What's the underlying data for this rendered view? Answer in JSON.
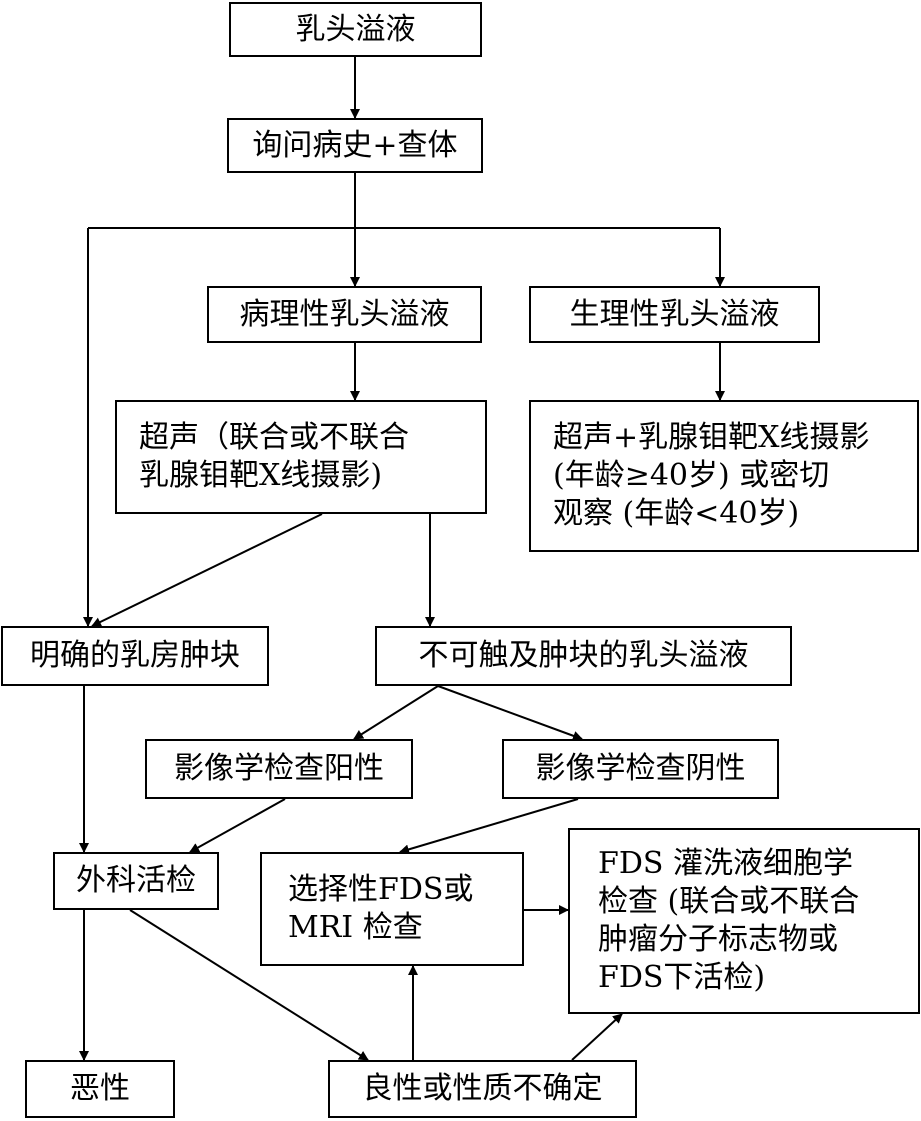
{
  "nodes": {
    "nipple_discharge": "乳头溢液",
    "history_exam": "询问病史+查体",
    "pathological": "病理性乳头溢液",
    "physiological": "生理性乳头溢液",
    "ultrasound": {
      "line1": "超声（联合或不联合",
      "line2": "乳腺钼靶X线摄影)"
    },
    "physiological_followup": {
      "line1": "超声+乳腺钼靶X线摄影",
      "line2": "(年龄≥40岁) 或密切",
      "line3": "观察 (年龄<40岁)"
    },
    "palpable_mass": "明确的乳房肿块",
    "nonpalpable_discharge": "不可触及肿块的乳头溢液",
    "imaging_positive": "影像学检查阳性",
    "imaging_negative": "影像学检查阴性",
    "surgical_biopsy": "外科活检",
    "selective_fds": {
      "line1": "选择性FDS或",
      "line2": "MRI 检查"
    },
    "fds_cytology": {
      "line1": "FDS 灌洗液细胞学",
      "line2": "检查 (联合或不联合",
      "line3": "肿瘤分子标志物或",
      "line4": "FDS下活检)"
    },
    "malignant": "恶性",
    "benign_uncertain": "良性或性质不确定"
  }
}
